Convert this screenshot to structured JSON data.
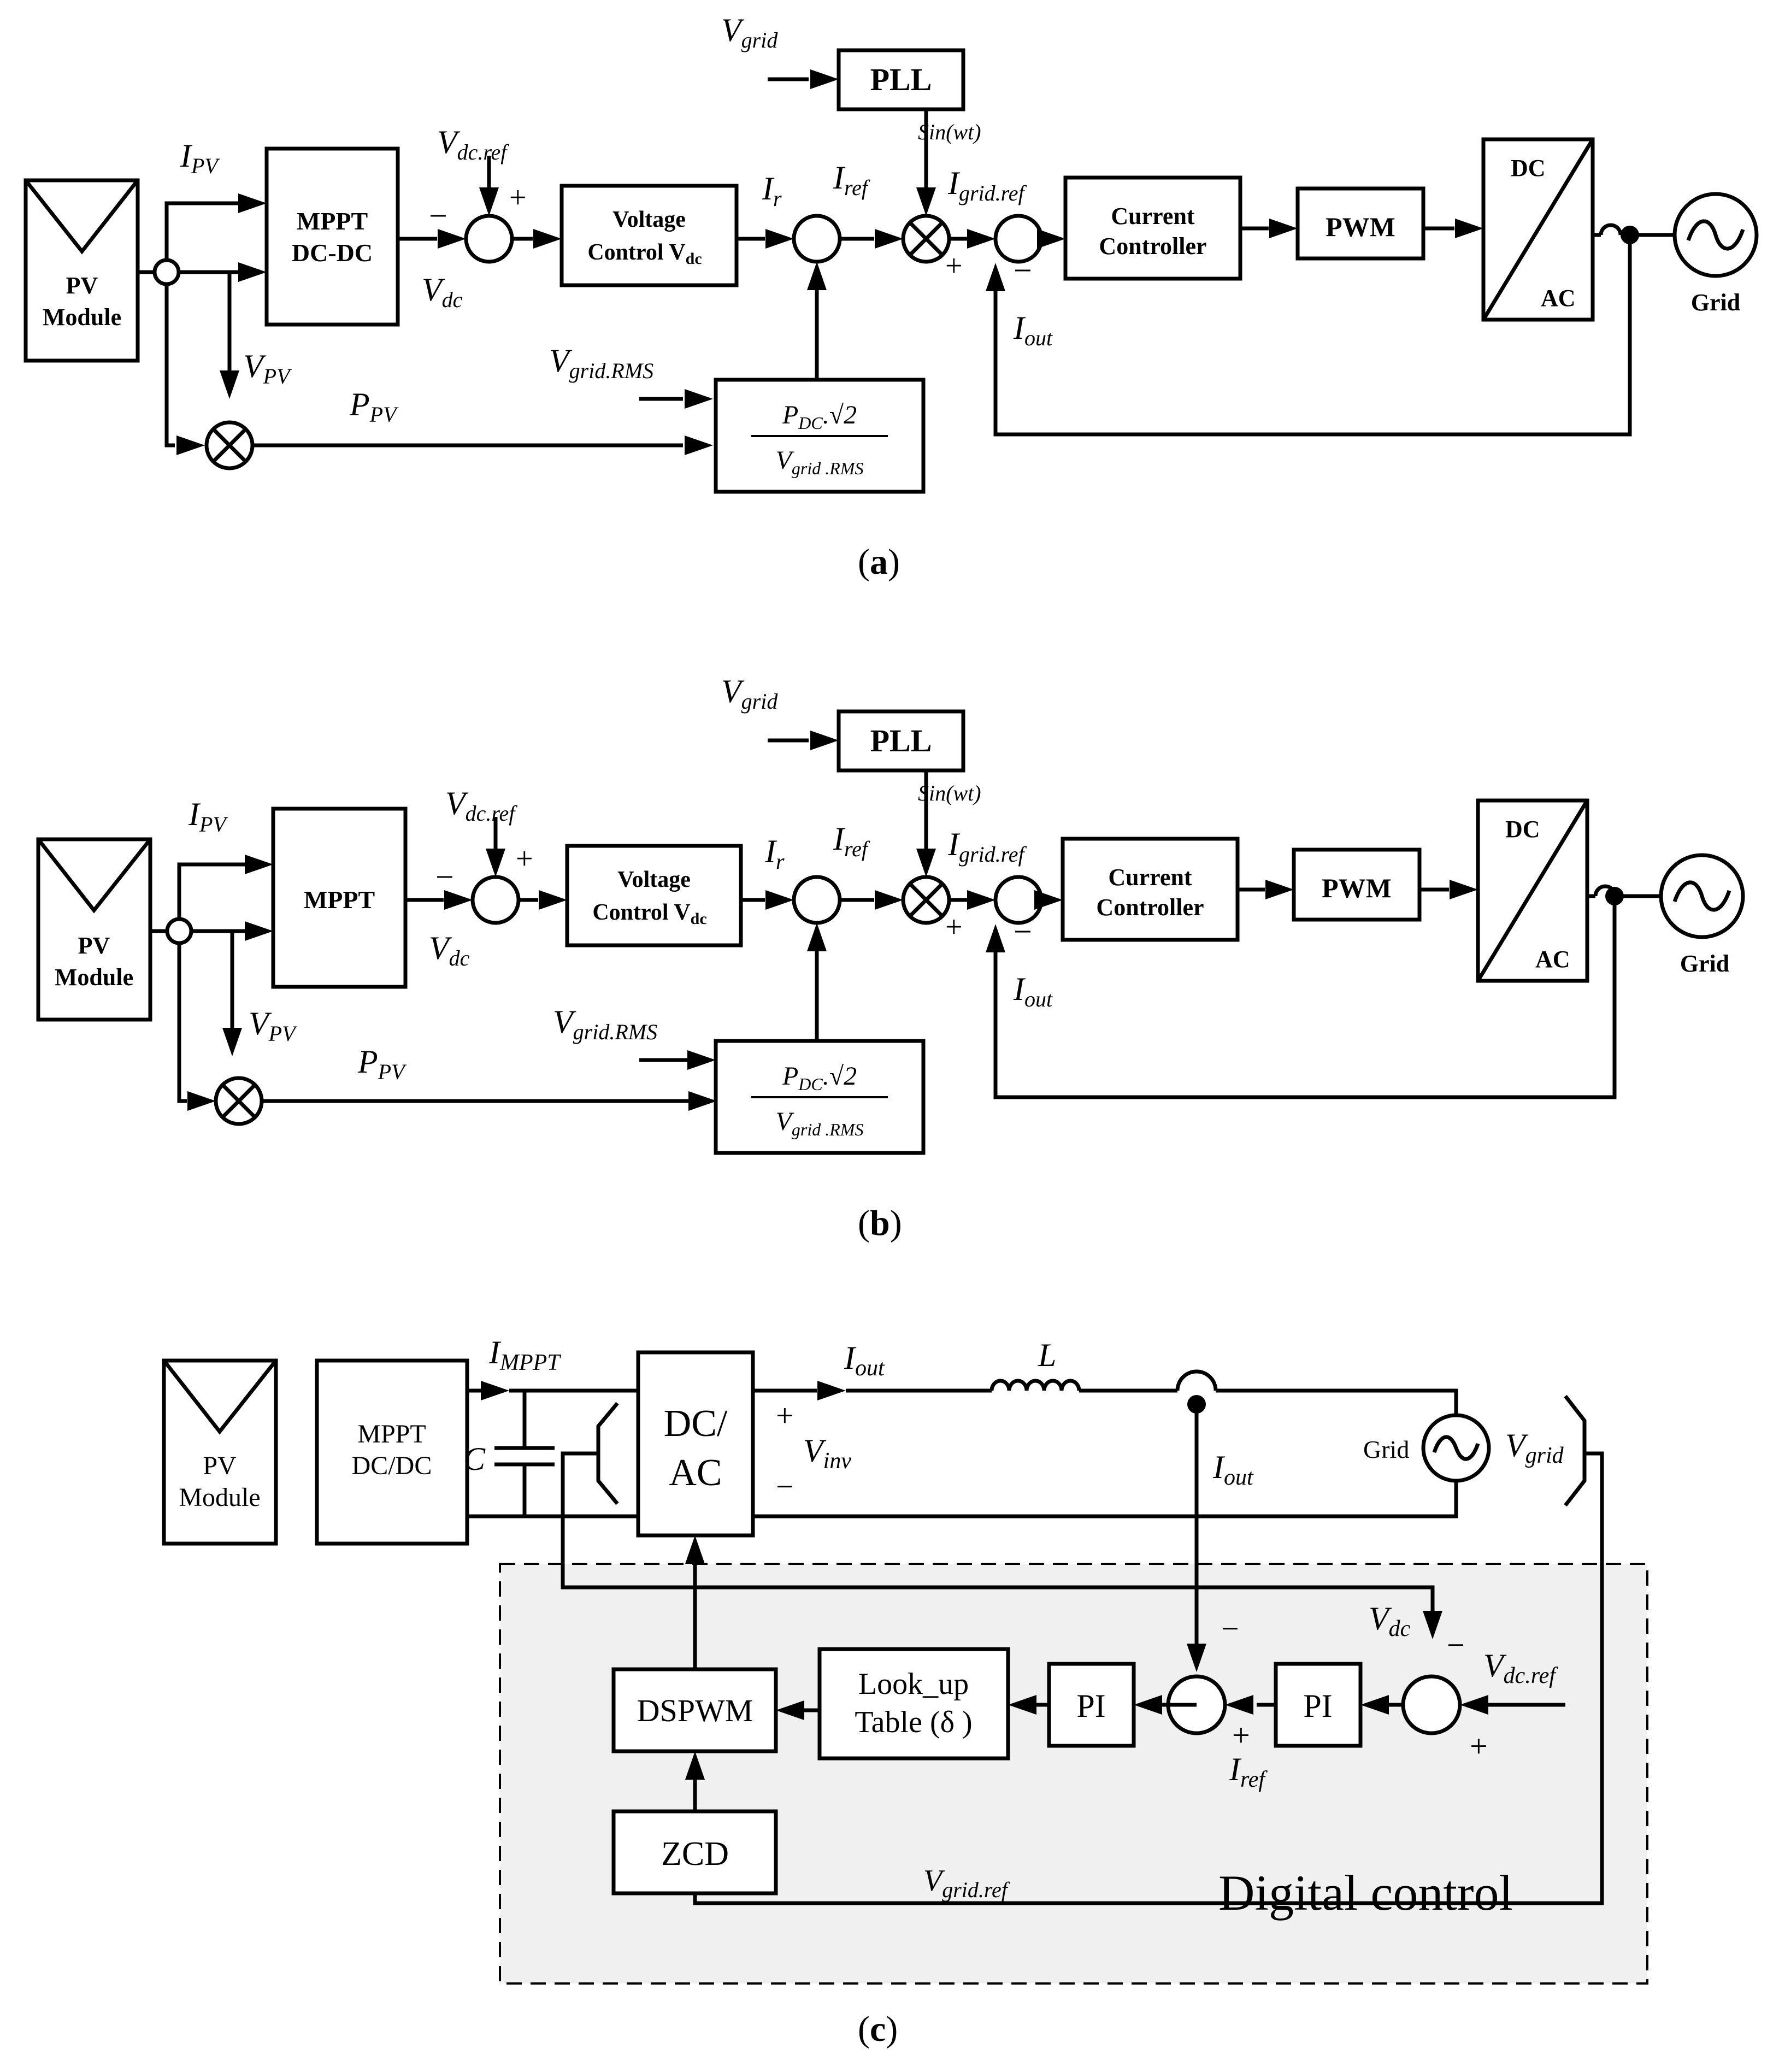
{
  "diagram_a": {
    "caption_open": "(",
    "caption_letter": "a",
    "caption_close": ")",
    "v_grid": "V",
    "v_grid_sub": "grid",
    "pll": "PLL",
    "sin_wt": "Sin(wt)",
    "v_dc_ref": "V",
    "v_dc_ref_sub": "dc.ref",
    "i_pv": "I",
    "i_pv_sub": "PV",
    "mppt_line1": "MPPT",
    "mppt_line2": "DC-DC",
    "pv_line1": "PV",
    "pv_line2": "Module",
    "v_dc": "V",
    "v_dc_sub": "dc",
    "voltage_line1": "Voltage",
    "voltage_line2": "Control V",
    "voltage_sub": "dc",
    "i_r": "I",
    "i_r_sub": "r",
    "i_ref": "I",
    "i_ref_sub": "ref",
    "i_grid_ref": "I",
    "i_grid_ref_sub": "grid.ref",
    "current_line1": "Current",
    "current_line2": "Controller",
    "pwm": "PWM",
    "dc": "DC",
    "ac": "AC",
    "grid": "Grid",
    "i_out": "I",
    "i_out_sub": "out",
    "v_pv": "V",
    "v_pv_sub": "PV",
    "p_pv": "P",
    "p_pv_sub": "PV",
    "v_grid_rms": "V",
    "v_grid_rms_sub": "grid.RMS",
    "formula_num_p": "P",
    "formula_num_sub": "DC",
    "formula_num_rest": ".√2",
    "formula_den_v": "V",
    "formula_den_sub": "grid .RMS",
    "minus": "−",
    "plus": "+"
  },
  "diagram_b": {
    "caption_open": "(",
    "caption_letter": "b",
    "caption_close": ")",
    "v_grid": "V",
    "v_grid_sub": "grid",
    "pll": "PLL",
    "sin_wt": "Sin(wt)",
    "v_dc_ref": "V",
    "v_dc_ref_sub": "dc.ref",
    "i_pv": "I",
    "i_pv_sub": "PV",
    "mppt_line1": "MPPT",
    "pv_line1": "PV",
    "pv_line2": "Module",
    "v_dc": "V",
    "v_dc_sub": "dc",
    "voltage_line1": "Voltage",
    "voltage_line2": "Control V",
    "voltage_sub": "dc",
    "i_r": "I",
    "i_r_sub": "r",
    "i_ref": "I",
    "i_ref_sub": "ref",
    "i_grid_ref": "I",
    "i_grid_ref_sub": "grid.ref",
    "current_line1": "Current",
    "current_line2": "Controller",
    "pwm": "PWM",
    "dc": "DC",
    "ac": "AC",
    "grid": "Grid",
    "i_out": "I",
    "i_out_sub": "out",
    "v_pv": "V",
    "v_pv_sub": "PV",
    "p_pv": "P",
    "p_pv_sub": "PV",
    "v_grid_rms": "V",
    "v_grid_rms_sub": "grid.RMS",
    "formula_num_p": "P",
    "formula_num_sub": "DC",
    "formula_num_rest": ".√2",
    "formula_den_v": "V",
    "formula_den_sub": "grid .RMS",
    "minus": "−",
    "plus": "+"
  },
  "diagram_c": {
    "caption_open": "(",
    "caption_letter": "c",
    "caption_close": ")",
    "pv_line1": "PV",
    "pv_line2": "Module",
    "mppt_line1": "MPPT",
    "mppt_line2": "DC/DC",
    "i_mppt": "I",
    "i_mppt_sub": "MPPT",
    "cap": "C",
    "dcac_line1": "DC/",
    "dcac_line2": "AC",
    "i_out": "I",
    "i_out_sub": "out",
    "inductor": "L",
    "v_inv": "V",
    "v_inv_sub": "inv",
    "grid": "Grid",
    "v_grid": "V",
    "v_grid_sub": "grid",
    "v_dc": "V",
    "v_dc_sub": "dc",
    "v_dc_ref": "V",
    "v_dc_ref_sub": "dc.ref",
    "dspwm": "DSPWM",
    "lookup_line1": "Look_up",
    "lookup_line2": "Table (δ )",
    "pi": "PI",
    "i_ref": "I",
    "i_ref_sub": "ref",
    "zcd": "ZCD",
    "v_grid_ref": "V",
    "v_grid_ref_sub": "grid.ref",
    "digital_control": "Digital control",
    "minus": "−",
    "plus": "+"
  },
  "colors": {
    "line": "#000000",
    "background": "#ffffff",
    "digital_control_fill": "#f0f0f0"
  }
}
